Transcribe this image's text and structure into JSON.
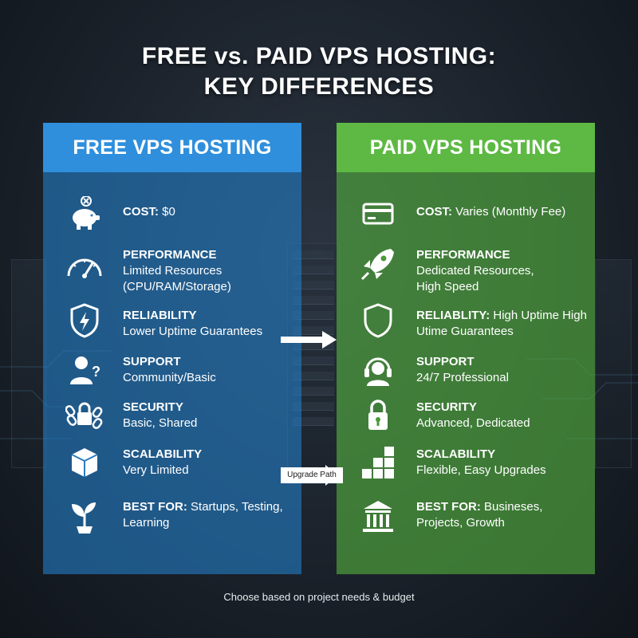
{
  "title": {
    "line1": "FREE vs. PAID VPS HOSTING:",
    "line2": "KEY DIFFERENCES"
  },
  "free": {
    "header": "FREE VPS HOSTING",
    "rows": [
      {
        "icon": "piggy-bank-icon",
        "label": "COST:",
        "value": "$0"
      },
      {
        "icon": "speedometer-icon",
        "label": "PERFORMANCE",
        "value": "Limited Resources (CPU/RAM/Storage)"
      },
      {
        "icon": "shield-bolt-icon",
        "label": "RELIABILITY",
        "value": "Lower Uptime Guarantees"
      },
      {
        "icon": "person-question-icon",
        "label": "SUPPORT",
        "value": "Community/Basic"
      },
      {
        "icon": "chain-lock-icon",
        "label": "SECURITY",
        "value": "Basic, Shared"
      },
      {
        "icon": "box-icon",
        "label": "SCALABILITY",
        "value": "Very Limited"
      },
      {
        "icon": "sprout-icon",
        "label": "BEST FOR:",
        "value": "Startups, Testing, Learning"
      }
    ]
  },
  "paid": {
    "header": "PAID VPS HOSTING",
    "rows": [
      {
        "icon": "credit-card-icon",
        "label": "COST:",
        "value": "Varies (Monthly Fee)"
      },
      {
        "icon": "rocket-icon",
        "label": "PERFORMANCE",
        "value": "Dedicated Resources, High Speed"
      },
      {
        "icon": "shield-icon",
        "label": "RELIABLITY:",
        "value": "High Uptime High Utime Guarantees"
      },
      {
        "icon": "headset-icon",
        "label": "SUPPORT",
        "value": "24/7 Professional"
      },
      {
        "icon": "lock-icon",
        "label": "SECURITY",
        "value": "Advanced, Dedicated"
      },
      {
        "icon": "stacked-boxes-icon",
        "label": "SCALABILITY",
        "value": "Flexible, Easy Upgrades"
      },
      {
        "icon": "bank-building-icon",
        "label": "BEST FOR:",
        "value": "Busineses, Projects, Growth"
      }
    ]
  },
  "upgrade_label": "Upgrade Path",
  "footer": "Choose based on project needs & budget",
  "colors": {
    "free_accent": "#2f8fdc",
    "paid_accent": "#5db943"
  }
}
